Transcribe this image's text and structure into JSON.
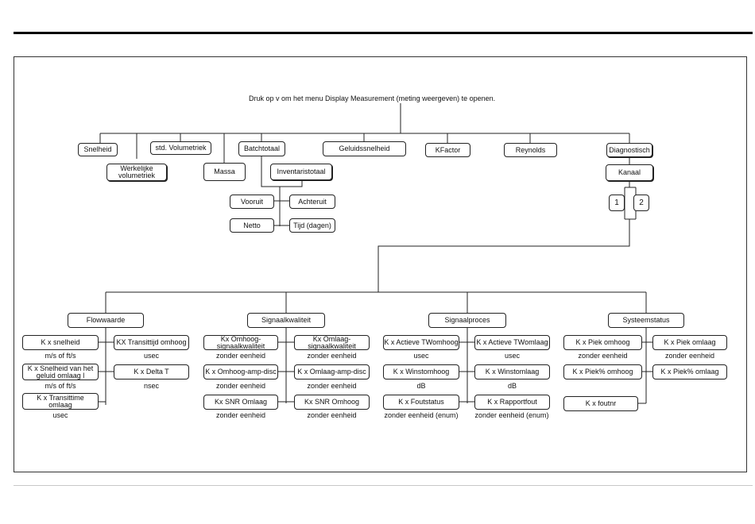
{
  "instruction": "Druk op v om het menu Display Measurement (meting weergeven) te openen.",
  "top_menu": {
    "snelheid": "Snelheid",
    "werkelijke_volumetriek": "Werkelijke volumetriek",
    "std_volumetriek": "std. Volumetriek",
    "massa": "Massa",
    "batchtotaal": "Batchtotaal",
    "inventaristotaal": "Inventaristotaal",
    "geluidssnelheid": "Geluidssnelheid",
    "kfactor": "KFactor",
    "reynolds": "Reynolds",
    "diagnostisch": "Diagnostisch"
  },
  "totals": {
    "vooruit": "Vooruit",
    "achteruit": "Achteruit",
    "netto": "Netto",
    "tijd": "Tijd (dagen)"
  },
  "diagnostics": {
    "kanaal": "Kanaal",
    "channel_1": "1",
    "channel_2": "2"
  },
  "groups": {
    "flowwaarde": "Flowwaarde",
    "signaalkwaliteit": "Signaalkwaliteit",
    "signaalproces": "Signaalproces",
    "systeemstatus": "Systeemstatus"
  },
  "flowwaarde": {
    "snelheid": "K x snelheid",
    "snelheid_unit": "m/s of ft/s",
    "geluid_omlaag": "K x Snelheid van het geluid omlaag l",
    "geluid_omlaag_unit": "m/s of ft/s",
    "transittime_omlaag": "K x Transittime omlaag",
    "transittime_omlaag_unit": "usec",
    "transittijd_omhoog": "KX Transittijd omhoog",
    "transittijd_omhoog_unit": "usec",
    "delta_t": "K x Delta T",
    "delta_t_unit": "nsec"
  },
  "signaalkwaliteit": {
    "omhoog_kwaliteit": "Kx Omhoog-signaalkwaliteit",
    "omhoog_kwaliteit_unit": "zonder eenheid",
    "omhoog_amp": "K x Omhoog-amp-disc",
    "omhoog_amp_unit": "zonder eenheid",
    "snr_omlaag": "Kx SNR Omlaag",
    "snr_omlaag_unit": "zonder eenheid",
    "omlaag_kwaliteit": "Kx Omlaag-signaalkwaliteit",
    "omlaag_kwaliteit_unit": "zonder eenheid",
    "omlaag_amp": "K x Omlaag-amp-disc",
    "omlaag_amp_unit": "zonder eenheid",
    "snr_omhoog": "Kx SNR Omhoog",
    "snr_omhoog_unit": "zonder eenheid"
  },
  "signaalproces": {
    "actieve_tw_omhoog": "K x Actieve TWomhoog",
    "actieve_tw_omhoog_unit": "usec",
    "winst_omhoog": "K x Winstomhoog",
    "winst_omhoog_unit": "dB",
    "foutstatus": "K x Foutstatus",
    "foutstatus_unit": "zonder eenheid (enum)",
    "actieve_tw_omlaag": "K x Actieve TWomlaag",
    "actieve_tw_omlaag_unit": "usec",
    "winst_omlaag": "K x Winstomlaag",
    "winst_omlaag_unit": "dB",
    "rapportfout": "K x Rapportfout",
    "rapportfout_unit": "zonder eenheid (enum)"
  },
  "systeemstatus": {
    "piek_omhoog": "K x Piek omhoog",
    "piek_omhoog_unit": "zonder eenheid",
    "piek_pct_omhoog": "K x Piek% omhoog",
    "foutnr": "K x foutnr",
    "piek_omlaag": "K x Piek omlaag",
    "piek_omlaag_unit": "zonder eenheid",
    "piek_pct_omlaag": "K x Piek% omlaag"
  }
}
